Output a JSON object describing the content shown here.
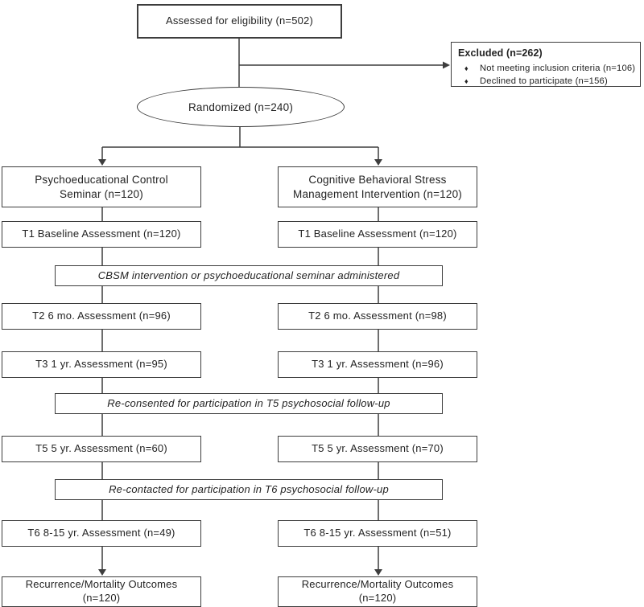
{
  "palette": {
    "line": "#3d3d3d",
    "border": "#3d3d3d",
    "background": "#ffffff",
    "text": "#232323"
  },
  "flow": {
    "assessed": "Assessed for eligibility (n=502)",
    "excluded": {
      "title": "Excluded  (n=262)",
      "bullet_glyph": "♦",
      "items": [
        "Not meeting inclusion criteria (n=106)",
        "Declined to participate (n=156)"
      ]
    },
    "randomized": "Randomized (n=240)",
    "arms": {
      "left": {
        "header_line1": "Psychoeducational Control",
        "header_line2": "Seminar (n=120)",
        "t1": "T1 Baseline Assessment (n=120)",
        "t2": "T2 6 mo. Assessment (n=96)",
        "t3": "T3 1 yr. Assessment (n=95)",
        "t5": "T5 5 yr. Assessment (n=60)",
        "t6": "T6 8-15 yr. Assessment (n=49)",
        "outcome_line1": "Recurrence/Mortality Outcomes",
        "outcome_line2": "(n=120)"
      },
      "right": {
        "header_line1": "Cognitive Behavioral Stress",
        "header_line2": "Management Intervention (n=120)",
        "t1": "T1 Baseline Assessment (n=120)",
        "t2": "T2 6 mo. Assessment (n=98)",
        "t3": "T3 1 yr. Assessment (n=96)",
        "t5": "T5 5 yr. Assessment (n=70)",
        "t6": "T6 8-15 yr. Assessment (n=51)",
        "outcome_line1": "Recurrence/Mortality Outcomes",
        "outcome_line2": "(n=120)"
      }
    },
    "spanning": {
      "admin": "CBSM intervention or psychoeducational seminar administered",
      "reconsent": "Re-consented for participation in T5 psychosocial follow-up",
      "recontact": "Re-contacted for participation in T6 psychosocial follow-up"
    }
  }
}
